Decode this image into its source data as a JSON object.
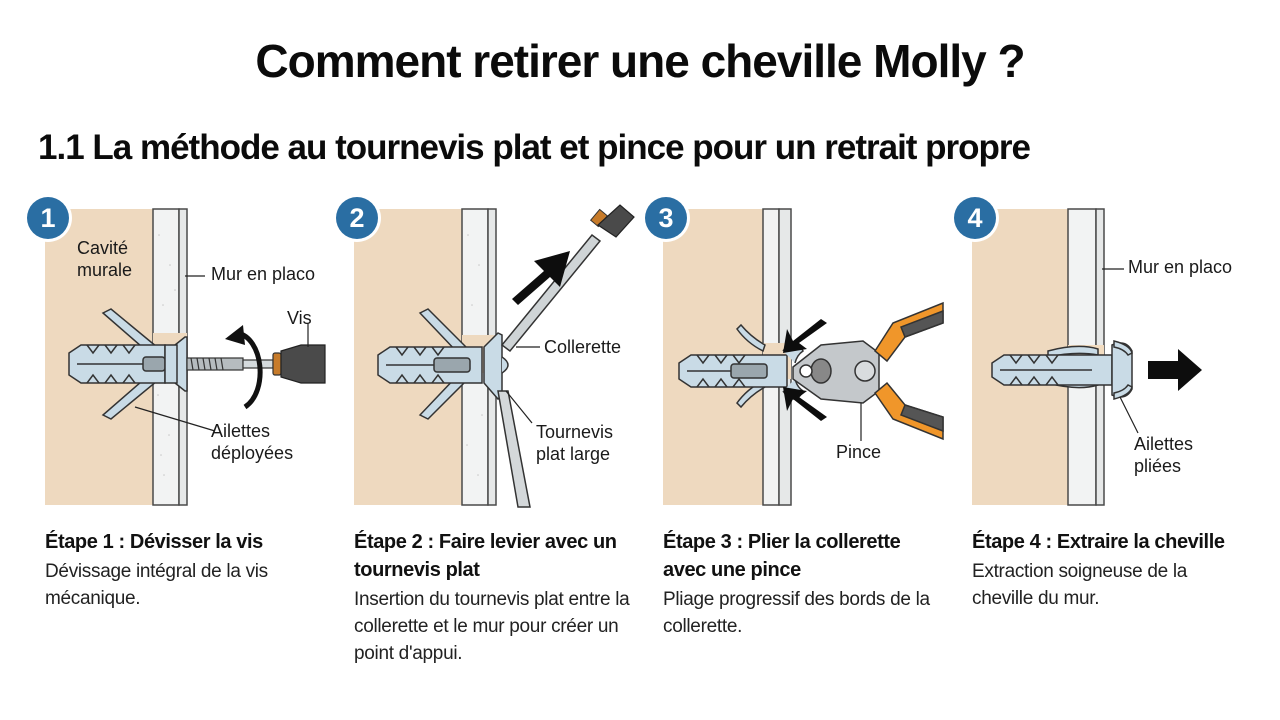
{
  "title": "Comment retirer une cheville Molly ?",
  "subtitle": "1.1 La méthode au tournevis plat et pince pour un retrait propre",
  "colors": {
    "badge": "#2a6ea3",
    "wall_cavity": "#eed9bf",
    "drywall": "#eef0f0",
    "metal": "#c9dbe6",
    "handle_dark": "#4a4a4a",
    "handle_orange": "#f0962a",
    "arrow": "#0d0d0d"
  },
  "steps": [
    {
      "number": "1",
      "labels": {
        "cavity": "Cavité murale",
        "wall": "Mur en placo",
        "screw": "Vis",
        "wings": "Ailettes déployées"
      },
      "icons": [
        "molly-anchor-icon",
        "screwdriver-icon",
        "rotate-ccw-arrow-icon"
      ],
      "title": "Étape 1 : Dévisser la vis",
      "text": "Dévissage intégral de la vis mécanique."
    },
    {
      "number": "2",
      "labels": {
        "collar": "Collerette",
        "tool": "Tournevis plat large"
      },
      "icons": [
        "molly-anchor-icon",
        "flat-screwdriver-icon",
        "arrow-up-right-icon"
      ],
      "title": "Étape 2 : Faire levier avec un tournevis plat",
      "text": "Insertion du tournevis plat entre la collerette et le mur pour créer un point d'appui."
    },
    {
      "number": "3",
      "labels": {
        "tool": "Pince"
      },
      "icons": [
        "molly-anchor-icon",
        "pliers-icon",
        "arrow-down-left-icon",
        "arrow-up-left-icon"
      ],
      "title": "Étape 3 : Plier la collerette avec une pince",
      "text": "Pliage progressif des bords de la collerette."
    },
    {
      "number": "4",
      "labels": {
        "wall": "Mur en placo",
        "wings": "Ailettes pliées"
      },
      "icons": [
        "molly-anchor-icon",
        "arrow-right-icon"
      ],
      "title": "Étape 4 : Extraire la cheville",
      "text": "Extraction soigneuse de la cheville du mur."
    }
  ]
}
